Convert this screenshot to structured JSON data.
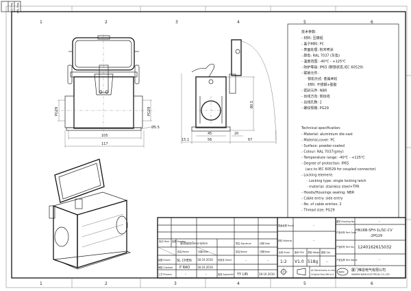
{
  "zones": {
    "top": [
      "1",
      "2",
      "3",
      "4",
      "5",
      "6"
    ],
    "bottom": [
      "1",
      "2",
      "3",
      "4",
      "5",
      "6"
    ]
  },
  "corner_table": [
    "Ring Qty",
    "Ring Type"
  ],
  "dimensions": {
    "front": {
      "pg_left": "PG29",
      "pg_right": "PG29",
      "hole": "Ø5.5",
      "inner_width": "105",
      "outer_width": "117"
    },
    "side": {
      "height": "80.5",
      "base": "45",
      "offset": "20",
      "left": "15.1",
      "width": "56",
      "lid": "67"
    }
  },
  "spec_cn": {
    "title": "技术参数:",
    "items": [
      "- 材料: 压铸铝",
      "- 盖子材料: PC",
      "- 表面处理: 粉末喷涂",
      "- 颜色: RAL 7037 (灰色)",
      "- 温度范围: -40℃ - +125℃",
      "- 防护等级: IP65 (联锁状态,IEC 60529)",
      "- 联锁元件:",
      "  · 锁扣方式: 金属单扣",
      "  · 材料: 不锈钢+胶胶",
      "- 密封元件: NBR",
      "- 出线方向: 侧出线",
      "- 出线孔数: 2",
      "- 螺纹规格: PG29"
    ]
  },
  "spec_en": {
    "title": "Technical specification:",
    "items": [
      "- Material: aluminium die-cast",
      "- Material,cover: PC",
      "- Surface: powder-coated",
      "- Colour: RAL 7037(grey)",
      "- Temperature range: -40℃ - +125℃",
      "- Degree of protection: IP65",
      "  (acc.to IEC 60529 for coupled connector)",
      "- Locking element:",
      "   · Locking type: single locking latch",
      "   · material: stainless steel+TPR",
      "- Hoods/Housings sealing: NBR",
      "- Cable entry: side entry",
      "- No. of cable entries: 2",
      "- Thread size: PG29"
    ]
  },
  "title_block": {
    "mark": "标记\nMark",
    "number": "处数\nNumber",
    "description": "更改描述/Description",
    "signature": "签名\nSignature",
    "date": "日期\nDate",
    "name_hdr": "姓名/Name",
    "date_hdr": "日期/Date",
    "name_hdr2": "姓名/Name",
    "date_hdr2": "日期/Date",
    "drawn_label": "绘图 Drawn",
    "drawn_name": "SL CHEN",
    "drawn_date": "18.10.2010",
    "stand_label": "标准化 Stand",
    "stand_name": "-",
    "stand_date": "-",
    "checked_label": "审核 Checked",
    "checked_name": "P RAO",
    "checked_date": "18.10.2010",
    "process_label": "工艺 Process",
    "process_name": "-",
    "process_date": "-",
    "approved_label": "批准 Approved",
    "approved_name": "YY LIN",
    "approved_date": "18.10.2010",
    "finish_label": "表面处理 Finish",
    "finish_value": "-",
    "material_label": "材料 Material",
    "material_value": "-",
    "scale_label": "比例 Scale",
    "scale_value": "1:2",
    "rev_label": "版本 REV.",
    "rev_value": "V1.0",
    "weight_label": "重量 Weight",
    "weight_value": "518g",
    "qty_label": "数量 Qty.",
    "qty_value": "-",
    "units_note": "All Dimensions in mm",
    "size_note": "Original Size DIN A 4",
    "drawing_no_label": "图号 Drawing No.",
    "drawing_no_value": "-",
    "part_code_label": "产品代号 Part Code",
    "part_code_value": "HN16B-SFH-1L/SC-CV",
    "part_code_value2": "-2PG29",
    "part_no_label": "产品料号 Part No.",
    "part_no_value": "1240162615032",
    "part_name_label": "产品名称 Part Name",
    "part_name_value": "-",
    "company_cn": "厦门唯恩电气有限公司",
    "company_en": "XIAMEN WAIN ELECTRICAL CO.,LTD",
    "logo_text": "WAIN"
  }
}
